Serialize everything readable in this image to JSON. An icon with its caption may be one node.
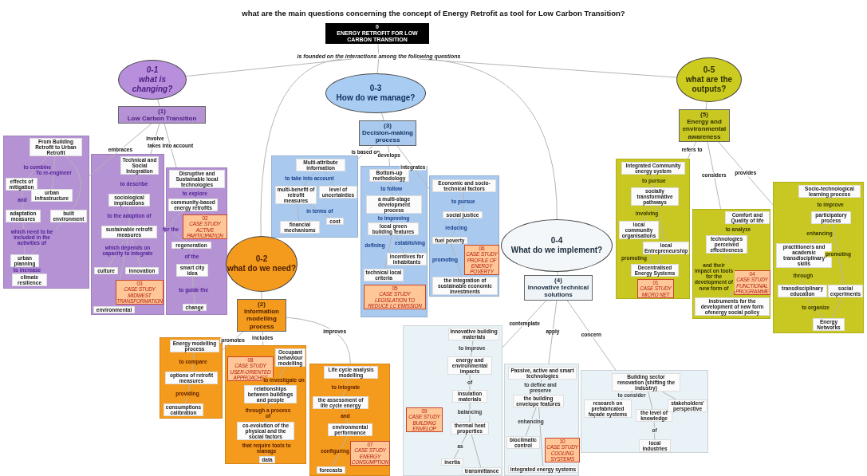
{
  "diagram": {
    "title": "what are the main questions concerning the concept of Energy Retrofit as tool for Low Carbon Transition?",
    "nodes": [
      {
        "text": [
          "0",
          "ENERGY RETROFIT FOR LOW CARBON TRANSITION"
        ]
      },
      {
        "text": [
          "is founded on the interactions among the following questions"
        ]
      },
      {
        "text": [
          "0-1",
          "what is changing?"
        ]
      },
      {
        "text": [
          "0-3",
          "How do we manage?"
        ]
      },
      {
        "text": [
          "0-5",
          "what are the outputs?"
        ]
      },
      {
        "text": [
          "0-2",
          "what do we need?"
        ]
      },
      {
        "text": [
          "0-4",
          "What do we implement?"
        ]
      },
      {
        "text": [
          "(1)",
          "Low Carbon Transition"
        ]
      },
      {
        "text": [
          "(3)",
          "Decision-making process"
        ]
      },
      {
        "text": [
          "(5)",
          "Energy and environmental awareness"
        ]
      },
      {
        "text": [
          "(2)",
          "Information modelling process"
        ]
      },
      {
        "text": [
          "(4)",
          "Innovative technical solutions"
        ]
      },
      {
        "text": [],
        "shape": "box"
      },
      {
        "text": [
          "From Building Retrofit to Urban Retrofit"
        ],
        "in": 12
      },
      {
        "text": [
          "effects of mitigation"
        ],
        "in": 12
      },
      {
        "text": [
          "urban infrastructure"
        ],
        "in": 12
      },
      {
        "text": [
          "adaptation measures"
        ],
        "in": 12
      },
      {
        "text": [
          "built environment"
        ],
        "in": 12
      },
      {
        "text": [
          "urban planning"
        ],
        "in": 12
      },
      {
        "text": [
          "climate resilience"
        ],
        "in": 12
      },
      {
        "text": [],
        "shape": "box"
      },
      {
        "text": [
          "Technical and Social Integration"
        ],
        "in": 20
      },
      {
        "text": [
          "sociological implications"
        ],
        "in": 20
      },
      {
        "text": [
          "sustainable retrofit measures"
        ],
        "in": 20
      },
      {
        "text": [
          "culture"
        ],
        "in": 20
      },
      {
        "text": [
          "innovation"
        ],
        "in": 20
      },
      {
        "text": [
          "03",
          "CASE STUDY MIDWEST TRANSFORMATION"
        ],
        "in": 20
      },
      {
        "text": [
          "environmental"
        ],
        "in": 20
      },
      {
        "text": [],
        "shape": "box"
      },
      {
        "text": [
          "Disruptive and Sustainable local technologies"
        ],
        "in": 28
      },
      {
        "text": [
          "community-based energy retrofits"
        ],
        "in": 28
      },
      {
        "text": [
          "02",
          "CASE STUDY ACTIVE PARTICIPATION"
        ],
        "in": 28
      },
      {
        "text": [
          "regeneration"
        ],
        "in": 28
      },
      {
        "text": [
          "smart city idea"
        ],
        "in": 28
      },
      {
        "text": [
          "change"
        ],
        "in": 28
      },
      {
        "text": [],
        "shape": "box"
      },
      {
        "text": [
          "Multi-attribute information"
        ],
        "in": 35
      },
      {
        "text": [
          "multi-benefit of retrofit measures"
        ],
        "in": 35
      },
      {
        "text": [
          "level of uncertainties"
        ],
        "in": 35
      },
      {
        "text": [
          "cost"
        ],
        "in": 35
      },
      {
        "text": [
          "financial mechanisms"
        ],
        "in": 35
      },
      {
        "text": [],
        "shape": "box"
      },
      {
        "text": [
          "Bottom-up methodology"
        ],
        "in": 41
      },
      {
        "text": [
          "a multi-stage development process"
        ],
        "in": 41
      },
      {
        "text": [
          "local green building features"
        ],
        "in": 41
      },
      {
        "text": [
          "incentives for inhabitants"
        ],
        "in": 41
      },
      {
        "text": [
          "technical local criteria"
        ],
        "in": 41
      },
      {
        "text": [
          "05",
          "CASE STUDY LEGISLATION TO REDUCE LC EMISSION"
        ],
        "in": 41
      },
      {
        "text": [],
        "shape": "box"
      },
      {
        "text": [
          "Economic and socio-technical factors"
        ],
        "in": 48
      },
      {
        "text": [
          "social justice"
        ],
        "in": 48
      },
      {
        "text": [
          "fuel poverty"
        ],
        "in": 48
      },
      {
        "text": [
          "06",
          "CASE STUDY PROFILE OF ENERGY POVERTY"
        ],
        "in": 48
      },
      {
        "text": [
          "the integration of sustainable economic investments"
        ],
        "in": 48
      },
      {
        "text": [],
        "shape": "box"
      },
      {
        "text": [
          "Integrated Community energy system"
        ],
        "in": 54
      },
      {
        "text": [
          "socially transformative pathways"
        ],
        "in": 54
      },
      {
        "text": [
          "local community organisations"
        ],
        "in": 54
      },
      {
        "text": [
          "local Entrepreneurship"
        ],
        "in": 54
      },
      {
        "text": [
          "Decentralised Energy Systems"
        ],
        "in": 54
      },
      {
        "text": [
          "01",
          "CASE STUDY MICRO NET"
        ],
        "in": 54
      },
      {
        "text": [],
        "shape": "box"
      },
      {
        "text": [
          "Comfort and Quality of life"
        ],
        "in": 61
      },
      {
        "text": [
          "technologies perceived effectiveness"
        ],
        "in": 61
      },
      {
        "text": [
          "04",
          "CASE STUDY FUNCTIONAL PROGRAMME"
        ],
        "in": 61
      },
      {
        "text": [
          "instruments for the development of new form ofenergy social policy"
        ],
        "in": 61
      },
      {
        "text": [],
        "shape": "box"
      },
      {
        "text": [
          "Socio-technological learning process"
        ],
        "in": 66
      },
      {
        "text": [
          "participatory process"
        ],
        "in": 66
      },
      {
        "text": [
          "practitioners and academic transdisciplinary skills"
        ],
        "in": 66
      },
      {
        "text": [
          "transdisciplinary education"
        ],
        "in": 66
      },
      {
        "text": [
          "social experiments"
        ],
        "in": 66
      },
      {
        "text": [
          "Energy Networks"
        ],
        "in": 66
      },
      {
        "text": [],
        "shape": "box"
      },
      {
        "text": [
          "Energy modelling process"
        ],
        "in": 73
      },
      {
        "text": [
          "options of retrofit measures"
        ],
        "in": 73
      },
      {
        "text": [
          "consumptions calibration"
        ],
        "in": 73
      },
      {
        "text": [],
        "shape": "box"
      },
      {
        "text": [
          "Occupant behaviour modelling"
        ],
        "in": 77
      },
      {
        "text": [
          "08",
          "CASE STUDY USER-ORIENTED APPROACHES"
        ],
        "in": 77
      },
      {
        "text": [
          "relationships between buildings and people"
        ],
        "in": 77
      },
      {
        "text": [
          "co-evolution of the physical and the social factors"
        ],
        "in": 77
      },
      {
        "text": [
          "data"
        ],
        "in": 77
      },
      {
        "text": [],
        "shape": "box"
      },
      {
        "text": [
          "Life cycle analysis modelling"
        ],
        "in": 83
      },
      {
        "text": [
          "the assessment of life cycle energy"
        ],
        "in": 83
      },
      {
        "text": [
          "environmental performance"
        ],
        "in": 83
      },
      {
        "text": [
          "07",
          "CASE STUDY ENERGY CONSUMPTION"
        ],
        "in": 83
      },
      {
        "text": [
          "forecasts"
        ],
        "in": 83
      },
      {
        "text": [],
        "shape": "box"
      },
      {
        "text": [
          "Innovative building materials"
        ],
        "in": 89
      },
      {
        "text": [
          "energy and environmental impacts"
        ],
        "in": 89
      },
      {
        "text": [
          "insulation materials"
        ],
        "in": 89
      },
      {
        "text": [
          "09",
          "CASE STUDY BUILDING ENVELOP"
        ],
        "in": 89
      },
      {
        "text": [
          "thermal heat properties"
        ],
        "in": 89
      },
      {
        "text": [
          "inertia"
        ],
        "in": 89
      },
      {
        "text": [
          "transmittance"
        ],
        "in": 89
      },
      {
        "text": [],
        "shape": "box"
      },
      {
        "text": [
          "Passive, active and smart technologies"
        ],
        "in": 97
      },
      {
        "text": [
          "the building envelope features"
        ],
        "in": 97
      },
      {
        "text": [
          "bioclimatic control"
        ],
        "in": 97
      },
      {
        "text": [
          "10",
          "CASE STUDY COOLING SYSTEMS"
        ],
        "in": 97
      },
      {
        "text": [
          "integrated energy systems"
        ],
        "in": 97
      },
      {
        "text": [],
        "shape": "box"
      },
      {
        "text": [
          "Building sector renovation (shifting the industry)"
        ],
        "in": 103
      },
      {
        "text": [
          "research on prefabricated façade systems"
        ],
        "in": 103
      },
      {
        "text": [
          "the level of knowledge"
        ],
        "in": 103
      },
      {
        "text": [
          "stakeholders' perspective"
        ],
        "in": 103
      },
      {
        "text": [
          "local industries"
        ],
        "in": 103
      }
    ],
    "edges": [
      {
        "from": 0,
        "to": 1,
        "arrow": "none"
      },
      {
        "from": 1,
        "to": 2,
        "arrow": "none"
      },
      {
        "from": 1,
        "to": 3,
        "arrow": "none"
      },
      {
        "from": 1,
        "to": 4,
        "arrow": "none"
      },
      {
        "from": 1,
        "to": 5,
        "arrow": "none"
      },
      {
        "from": 1,
        "to": 6,
        "arrow": "none"
      },
      {
        "from": 2,
        "to": 7,
        "arrow": "none"
      },
      {
        "from": 3,
        "to": 8,
        "arrow": "none"
      },
      {
        "from": 4,
        "to": 9,
        "arrow": "none"
      },
      {
        "from": 5,
        "to": 10,
        "arrow": "none"
      },
      {
        "from": 6,
        "to": 11,
        "arrow": "none"
      },
      {
        "from": 7,
        "to": 12,
        "arrow": "none",
        "label": "embraces"
      },
      {
        "from": 7,
        "to": 20,
        "arrow": "none",
        "label": "involve"
      },
      {
        "from": 7,
        "to": 28,
        "arrow": "none",
        "label": "takes into account"
      },
      {
        "from": 13,
        "to": 14,
        "arrow": "none",
        "label": "to combine"
      },
      {
        "from": 13,
        "to": 15,
        "arrow": "none",
        "label": "To re-engineer"
      },
      {
        "from": 13,
        "to": 17,
        "arrow": "none"
      },
      {
        "from": 14,
        "to": 16,
        "arrow": "none",
        "label": "and"
      },
      {
        "from": 16,
        "to": 18,
        "arrow": "none",
        "label": "which need to be included in the activities of"
      },
      {
        "from": 17,
        "to": 18,
        "arrow": "none"
      },
      {
        "from": 18,
        "to": 19,
        "arrow": "none",
        "label": "to increase"
      },
      {
        "from": 21,
        "to": 22,
        "arrow": "none",
        "label": "to describe"
      },
      {
        "from": 22,
        "to": 23,
        "arrow": "none",
        "label": "to the adoption of"
      },
      {
        "from": 23,
        "to": 24,
        "arrow": "none",
        "label": "which depends on capacity to integrate"
      },
      {
        "from": 23,
        "to": 25,
        "arrow": "none"
      },
      {
        "from": 23,
        "to": 27,
        "arrow": "none"
      },
      {
        "from": 29,
        "to": 30,
        "arrow": "none",
        "label": "to explore"
      },
      {
        "from": 30,
        "to": 32,
        "arrow": "none",
        "label": "for the"
      },
      {
        "from": 32,
        "to": 33,
        "arrow": "none",
        "label": "of the"
      },
      {
        "from": 33,
        "to": 34,
        "arrow": "none",
        "label": "to guide the"
      },
      {
        "from": 8,
        "to": 35,
        "arrow": "none",
        "label": "is based on"
      },
      {
        "from": 8,
        "to": 41,
        "arrow": "none",
        "label": "develops"
      },
      {
        "from": 8,
        "to": 48,
        "arrow": "none",
        "label": "integrates"
      },
      {
        "from": 36,
        "to": 37,
        "arrow": "none",
        "label": "to take into account"
      },
      {
        "from": 36,
        "to": 38,
        "arrow": "none"
      },
      {
        "from": 37,
        "to": 39,
        "arrow": "none",
        "label": "in terms of"
      },
      {
        "from": 37,
        "to": 40,
        "arrow": "none"
      },
      {
        "from": 42,
        "to": 43,
        "arrow": "none",
        "label": "to follow"
      },
      {
        "from": 43,
        "to": 44,
        "arrow": "none",
        "label": "to improving"
      },
      {
        "from": 44,
        "to": 46,
        "arrow": "none",
        "label": "defining"
      },
      {
        "from": 44,
        "to": 45,
        "arrow": "none",
        "label": "establishing"
      },
      {
        "from": 49,
        "to": 50,
        "arrow": "none",
        "label": "to pursue"
      },
      {
        "from": 50,
        "to": 51,
        "arrow": "none",
        "label": "reducing"
      },
      {
        "from": 51,
        "to": 53,
        "arrow": "none",
        "label": "promoting"
      },
      {
        "from": 9,
        "to": 54,
        "arrow": "none",
        "label": "refers to"
      },
      {
        "from": 9,
        "to": 61,
        "arrow": "none",
        "label": "considers"
      },
      {
        "from": 9,
        "to": 66,
        "arrow": "none",
        "label": "provides"
      },
      {
        "from": 55,
        "to": 56,
        "arrow": "none",
        "label": "to pursue"
      },
      {
        "from": 56,
        "to": 57,
        "arrow": "none",
        "label": "involving"
      },
      {
        "from": 56,
        "to": 58,
        "arrow": "none"
      },
      {
        "from": 57,
        "to": 59,
        "arrow": "none",
        "label": "promoting"
      },
      {
        "from": 58,
        "to": 59,
        "arrow": "none"
      },
      {
        "from": 62,
        "to": 63,
        "arrow": "none",
        "label": "to analyze"
      },
      {
        "from": 63,
        "to": 65,
        "arrow": "none",
        "label": "and their impact on tools for the development of new form of"
      },
      {
        "from": 67,
        "to": 68,
        "arrow": "none",
        "label": "to improve"
      },
      {
        "from": 68,
        "to": 69,
        "arrow": "none",
        "label": "enhancing"
      },
      {
        "from": 68,
        "to": 71,
        "arrow": "none",
        "label": "promoting"
      },
      {
        "from": 69,
        "to": 70,
        "arrow": "none",
        "label": "through"
      },
      {
        "from": 70,
        "to": 72,
        "arrow": "none",
        "label": "to organize"
      },
      {
        "from": 71,
        "to": 72,
        "arrow": "none"
      },
      {
        "from": 10,
        "to": 73,
        "arrow": "none",
        "label": "promotes"
      },
      {
        "from": 10,
        "to": 77,
        "arrow": "none",
        "label": "includes"
      },
      {
        "from": 10,
        "to": 83,
        "arrow": "none",
        "label": "improves"
      },
      {
        "from": 74,
        "to": 75,
        "arrow": "none",
        "label": "to compare"
      },
      {
        "from": 75,
        "to": 76,
        "arrow": "none",
        "label": "providing"
      },
      {
        "from": 78,
        "to": 80,
        "arrow": "none",
        "label": "to investigate on"
      },
      {
        "from": 80,
        "to": 81,
        "arrow": "none",
        "label": "through a process of"
      },
      {
        "from": 81,
        "to": 82,
        "arrow": "none",
        "label": "that require tools to manage"
      },
      {
        "from": 84,
        "to": 85,
        "arrow": "none",
        "label": "to integrate"
      },
      {
        "from": 85,
        "to": 86,
        "arrow": "none",
        "label": "and"
      },
      {
        "from": 86,
        "to": 88,
        "arrow": "none",
        "label": "configuring"
      },
      {
        "from": 11,
        "to": 89,
        "arrow": "none",
        "label": "contemplate"
      },
      {
        "from": 11,
        "to": 97,
        "arrow": "none",
        "label": "apply"
      },
      {
        "from": 11,
        "to": 103,
        "arrow": "none",
        "label": "concern"
      },
      {
        "from": 90,
        "to": 91,
        "arrow": "none",
        "label": "to improve"
      },
      {
        "from": 91,
        "to": 92,
        "arrow": "none",
        "label": "of"
      },
      {
        "from": 92,
        "to": 94,
        "arrow": "none",
        "label": "balancing"
      },
      {
        "from": 94,
        "to": 95,
        "arrow": "none",
        "label": "as"
      },
      {
        "from": 94,
        "to": 96,
        "arrow": "none"
      },
      {
        "from": 98,
        "to": 99,
        "arrow": "none",
        "label": "to define and preserve"
      },
      {
        "from": 99,
        "to": 100,
        "arrow": "none",
        "label": "enhancing"
      },
      {
        "from": 99,
        "to": 102,
        "arrow": "none"
      },
      {
        "from": 104,
        "to": 105,
        "arrow": "none",
        "label": "to consider"
      },
      {
        "from": 104,
        "to": 106,
        "arrow": "none"
      },
      {
        "from": 104,
        "to": 107,
        "arrow": "none"
      },
      {
        "from": 106,
        "to": 108,
        "arrow": "none",
        "label": "of"
      }
    ]
  }
}
